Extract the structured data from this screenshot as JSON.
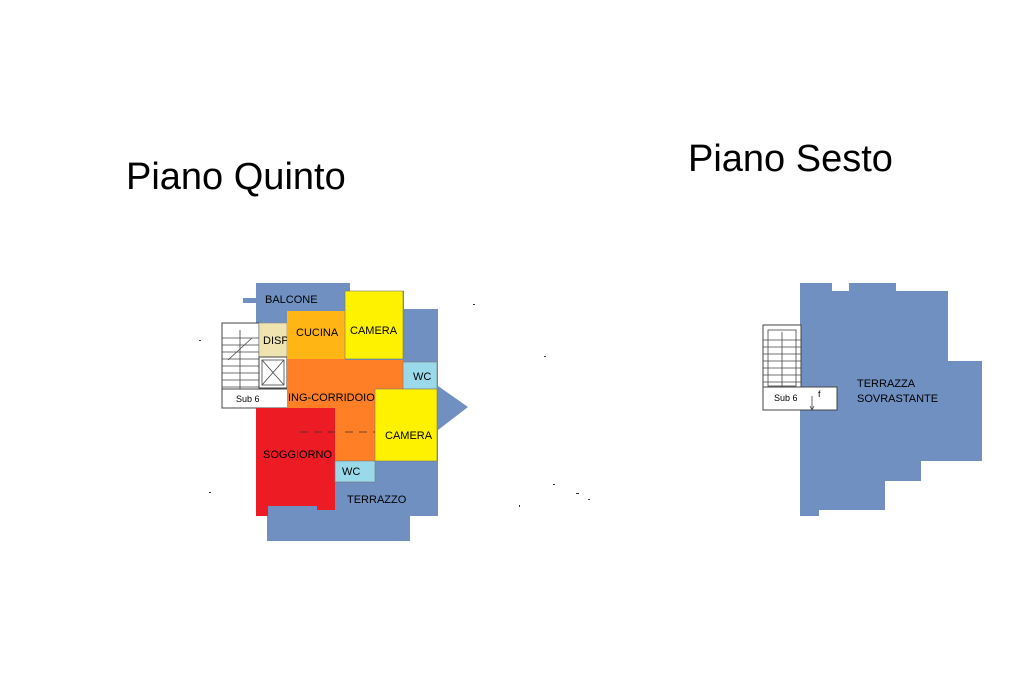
{
  "floors": {
    "fifth": {
      "title": "Piano Quinto",
      "rooms": {
        "balcone": "BALCONE",
        "cucina": "CUCINA",
        "camera1": "CAMERA",
        "disp": "DISP",
        "wc1": "WC",
        "ingresso": "ING-CORRIDOIO",
        "camera2": "CAMERA",
        "soggiorno": "SOGGIORNO",
        "wc2": "WC",
        "terrazzo": "TERRAZZO",
        "sub": "Sub 6"
      }
    },
    "sixth": {
      "title": "Piano Sesto",
      "rooms": {
        "terrazza_line1": "TERRAZZA",
        "terrazza_line2": "SOVRASTANTE",
        "sub": "Sub 6",
        "stair_mark": "f"
      }
    }
  },
  "colors": {
    "terrace_blue": "#6f90c0",
    "yellow": "#fff200",
    "orange_light": "#ffb514",
    "orange": "#ff7f27",
    "red": "#ed1c24",
    "light_blue": "#99d9ea",
    "beige": "#efe4b0"
  }
}
